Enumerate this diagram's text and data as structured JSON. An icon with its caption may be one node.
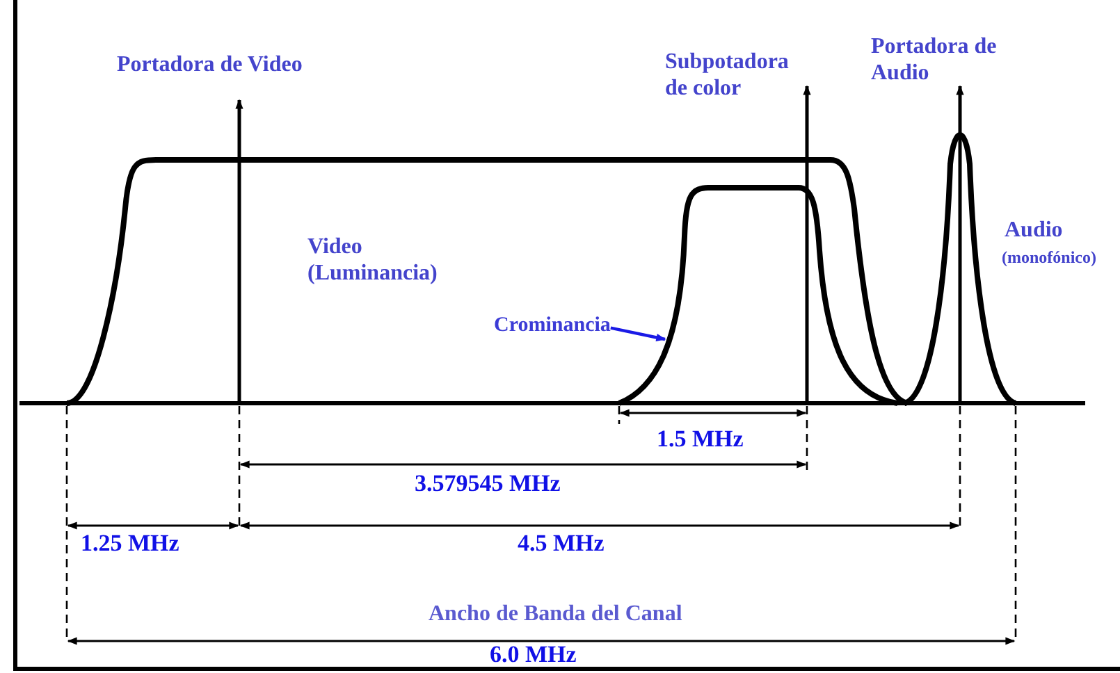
{
  "diagram": {
    "nodes": [
      {
        "text": [
          "Crominancia"
        ]
      },
      {
        "text": [],
        "shape": "curve"
      }
    ],
    "edges": [
      {
        "from": 0,
        "to": 1,
        "arrow": "to",
        "color": "#1a1ae6"
      }
    ],
    "labels": [
      "Portadora de Video",
      "Subpotadora de color",
      "Portadora de Audio",
      "Video (Luminancia)",
      "Audio",
      "(monofónico)",
      "1.5 MHz",
      "3.579545 MHz",
      "1.25 MHz",
      "4.5 MHz",
      "Ancho de Banda del Canal",
      "6.0 MHz"
    ]
  }
}
